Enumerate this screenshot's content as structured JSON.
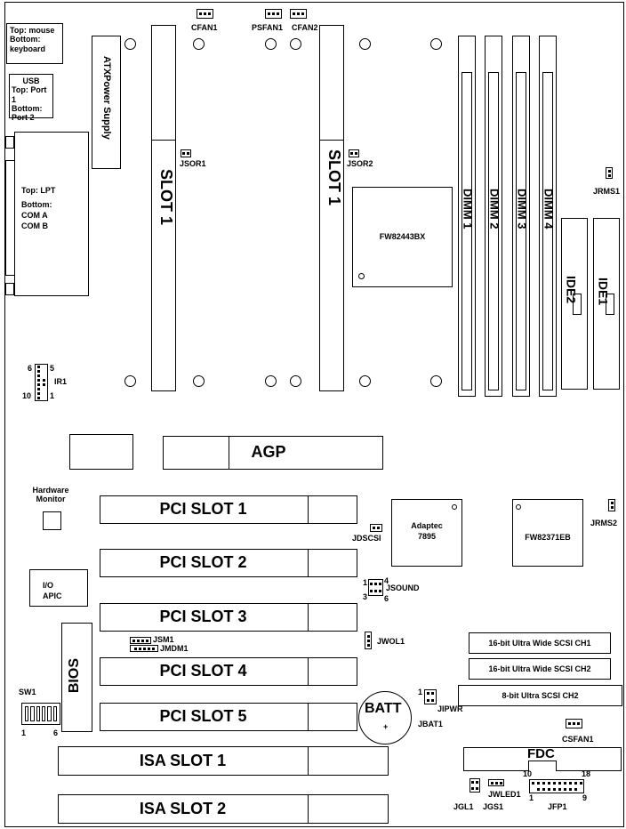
{
  "ports": {
    "mouse_keyboard": [
      "Top: mouse",
      "Bottom:",
      "keyboard"
    ],
    "usb": [
      "USB",
      "Top: Port 1",
      "Bottom:",
      "Port 2"
    ],
    "lpt_com": [
      "Top: LPT",
      "Bottom:",
      "COM A",
      "COM B"
    ]
  },
  "power": {
    "label_line1": "ATX",
    "label_line2": "Power Supply"
  },
  "fans": {
    "cfan1": "CFAN1",
    "psfan1": "PSFAN1",
    "cfan2": "CFAN2",
    "csfan1": "CSFAN1"
  },
  "slots": {
    "slot1_left": "SLOT 1",
    "slot1_right": "SLOT 1"
  },
  "jumpers": {
    "jsor1": "JSOR1",
    "jsor2": "JSOR2",
    "jrms1": "JRMS1",
    "jrms2": "JRMS2",
    "jdscsi": "JDSCSI",
    "jsound": "JSOUND",
    "jwol1": "JWOL1",
    "jsm1": "JSM1",
    "jmdm1": "JMDM1",
    "jipwr": "JIPWR",
    "jbat1": "JBAT1",
    "jgl1": "JGL1",
    "jgs1": "JGS1",
    "jwled1": "JWLED1",
    "jfp1": "JFP1",
    "ir1": "IR1",
    "sw1": "SW1"
  },
  "pin_numbers": {
    "ir1_top_left": "6",
    "ir1_top_right": "5",
    "ir1_bottom_left": "10",
    "ir1_bottom_right": "1",
    "jsound_top": "4",
    "jsound_top_left": "1",
    "jsound_bottom_left": "3",
    "jsound_bottom": "6",
    "jipwr": "1",
    "sw1_left": "1",
    "sw1_right": "6",
    "jfp1_tl": "10",
    "jfp1_tr": "18",
    "jfp1_bl": "1",
    "jfp1_br": "9"
  },
  "chips": {
    "northbridge": "FW82443BX",
    "southbridge": "FW82371EB",
    "scsi_line1": "Adaptec",
    "scsi_line2": "7895",
    "hw_monitor_line1": "Hardware",
    "hw_monitor_line2": "Monitor",
    "io_apic_line1": "I/O",
    "io_apic_line2": "APIC",
    "bios": "BIOS",
    "batt": "BATT",
    "batt_plus": "+"
  },
  "memory": [
    "DIMM 1",
    "DIMM 2",
    "DIMM 3",
    "DIMM 4"
  ],
  "ide": [
    "IDE2",
    "IDE1"
  ],
  "agp": "AGP",
  "pci": [
    "PCI SLOT 1",
    "PCI SLOT 2",
    "PCI SLOT 3",
    "PCI SLOT 4",
    "PCI SLOT 5"
  ],
  "isa": [
    "ISA SLOT 1",
    "ISA SLOT 2"
  ],
  "scsi_connectors": [
    "16-bit Ultra Wide SCSI CH1",
    "16-bit Ultra Wide SCSI CH2",
    "8-bit Ultra SCSI CH2"
  ],
  "fdc": "FDC"
}
